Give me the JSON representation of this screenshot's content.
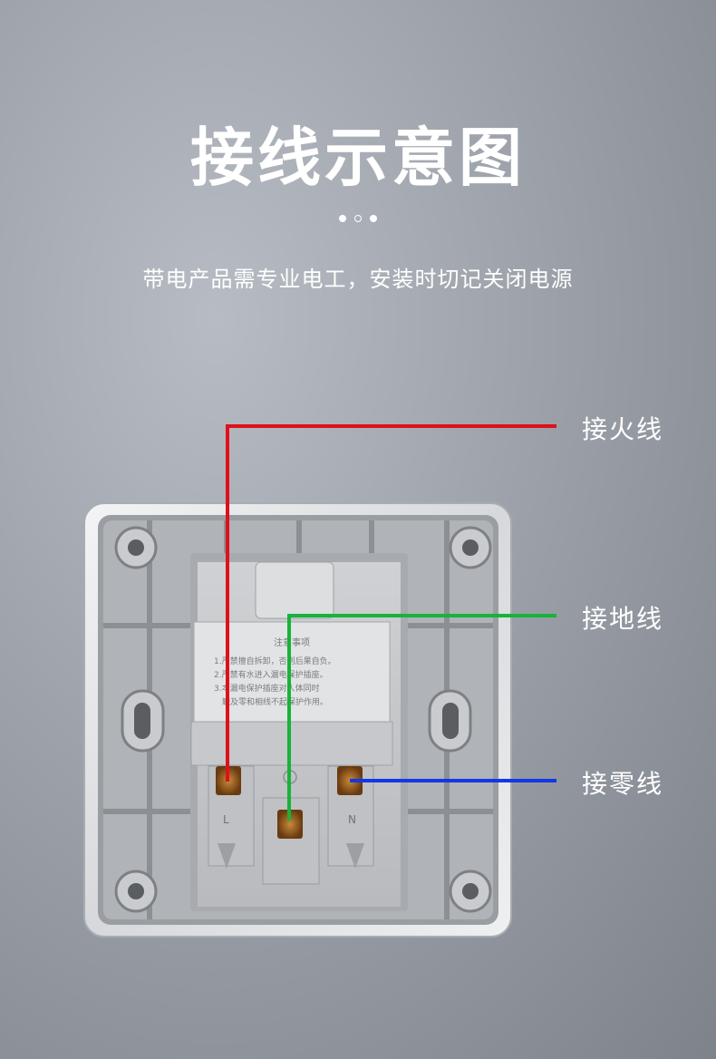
{
  "title": "接线示意图",
  "subtitle": "带电产品需专业电工，安装时切记关闭电源",
  "wires": {
    "live": {
      "label": "接火线",
      "color": "#e0101a"
    },
    "earth": {
      "label": "接地线",
      "color": "#17b33a"
    },
    "neutral": {
      "label": "接零线",
      "color": "#1437e6"
    }
  },
  "socket": {
    "notice_title": "注意事项",
    "notice_lines": [
      "1.严禁擅自拆卸，否则后果自负。",
      "2.严禁有水进入漏电保护插座。",
      "3.本漏电保护插座对人体同时",
      "触及零和相线不起保护作用。"
    ],
    "terminal_l": "L",
    "terminal_n": "N"
  }
}
